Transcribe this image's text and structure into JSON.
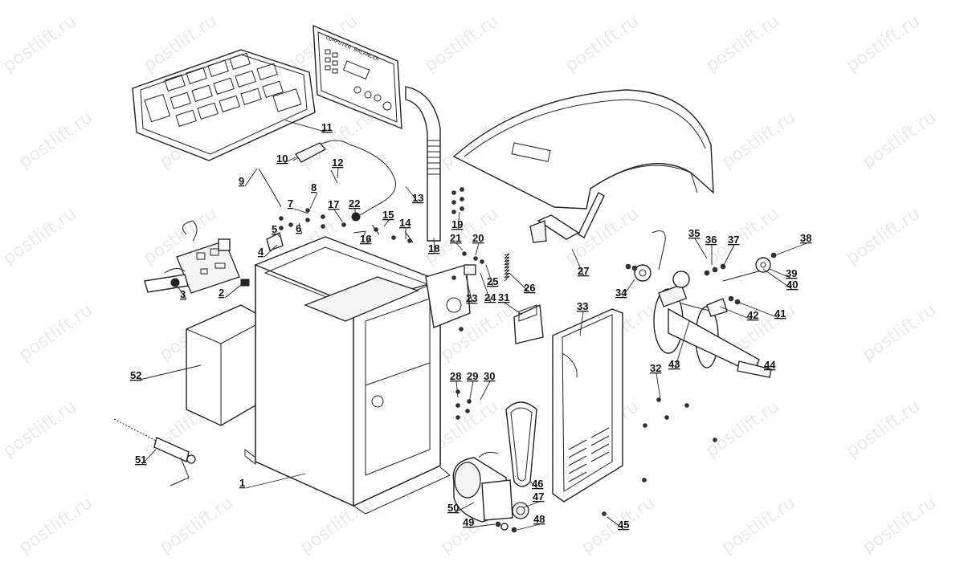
{
  "watermark": "postlift.ru",
  "display_panel_title": "COMPUTER BALANCER",
  "callouts": [
    "1",
    "2",
    "3",
    "4",
    "5",
    "6",
    "7",
    "8",
    "9",
    "10",
    "11",
    "12",
    "13",
    "14",
    "15",
    "16",
    "17",
    "18",
    "19",
    "20",
    "21",
    "22",
    "23",
    "24",
    "25",
    "26",
    "27",
    "28",
    "29",
    "30",
    "31",
    "32",
    "33",
    "34",
    "35",
    "36",
    "37",
    "38",
    "39",
    "40",
    "41",
    "42",
    "43",
    "44",
    "45",
    "46",
    "47",
    "48",
    "49",
    "50",
    "51",
    "52"
  ]
}
